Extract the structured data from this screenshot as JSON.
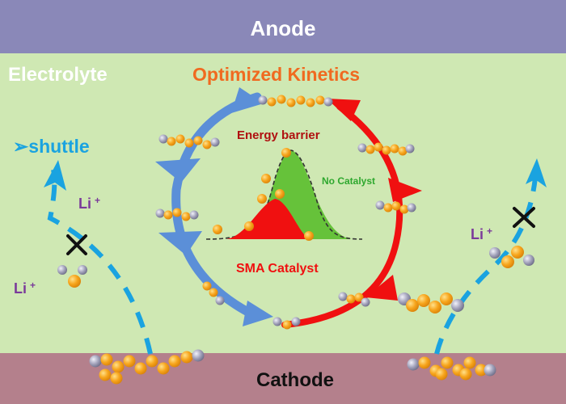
{
  "labels": {
    "anode": "Anode",
    "cathode": "Cathode",
    "electrolyte": "Electrolyte",
    "optimized_kinetics": "Optimized Kinetics",
    "energy_barrier": "Energy barrier",
    "no_catalyst": "No Catalyst",
    "sma_catalyst": "SMA Catalyst",
    "shuttle": "➢shuttle",
    "li_upper_left": "Li",
    "li_lower_left": "Li",
    "li_right": "Li",
    "plus": "+"
  },
  "colors": {
    "anode_band": "#8A88B8",
    "cathode_band": "#B4808C",
    "electrolyte": "#CFE8B3",
    "blue_arrow": "#5B8FD8",
    "red_arrow": "#F01010",
    "shuttle_blue": "#1AA3E0",
    "green_peak": "#66C23A",
    "red_peak": "#F01010",
    "kinetics_text": "#F06A20",
    "energy_barrier_text": "#B01010",
    "no_catalyst_text": "#2EA82E",
    "li_text": "#7A3A9A",
    "atom_orange": "#F7A51C",
    "atom_grey": "#9A9AB0"
  }
}
